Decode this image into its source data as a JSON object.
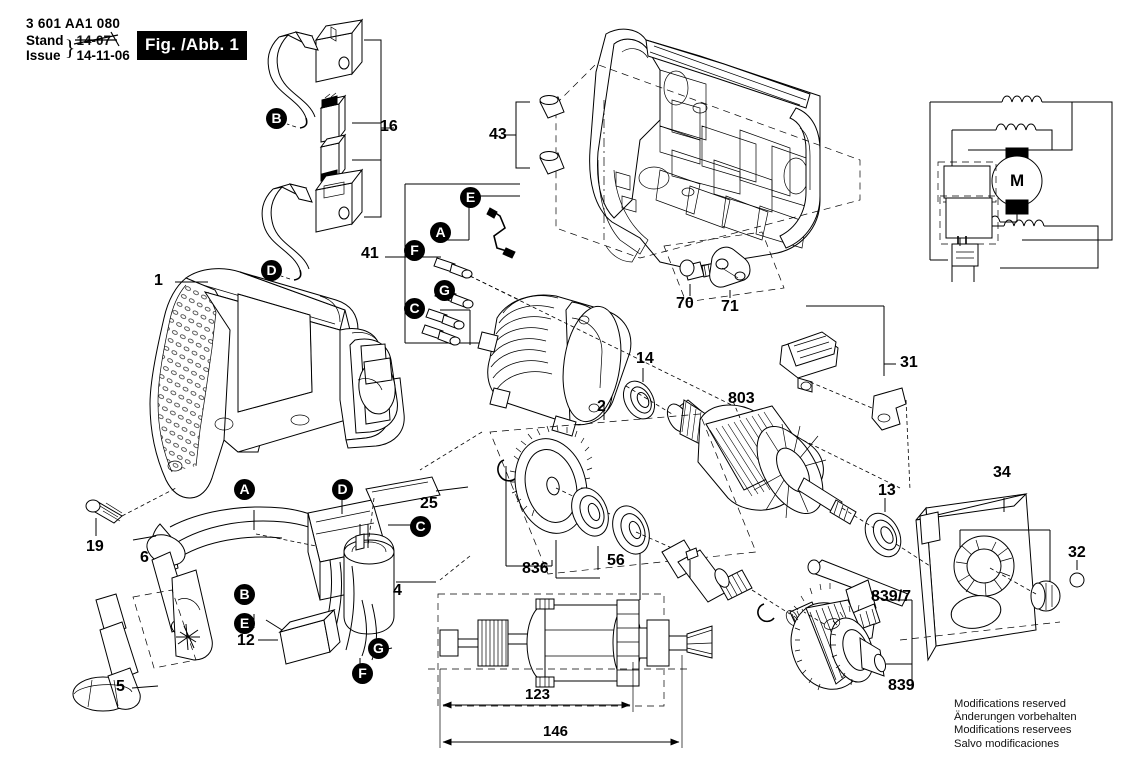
{
  "header": {
    "order_number": "3 601 AA1 080",
    "label_stand": "Stand",
    "label_issue": "Issue",
    "date_struck": "14-07",
    "date_current": "14-11-06",
    "figure_label": "Fig. /Abb. 1"
  },
  "footer": {
    "line1": "Modifications reserved",
    "line2": "Änderungen vorbehalten",
    "line3": "Modifications reservees",
    "line4": "Salvo modificaciones"
  },
  "callouts": {
    "n1": "1",
    "n2": "2",
    "n4": "4",
    "n5": "5",
    "n6": "6",
    "n12": "12",
    "n13": "13",
    "n14": "14",
    "n16": "16",
    "n19": "19",
    "n25": "25",
    "n31": "31",
    "n32": "32",
    "n34": "34",
    "n41": "41",
    "n43": "43",
    "n56": "56",
    "n70": "70",
    "n71": "71",
    "n803": "803",
    "n836": "836",
    "n839": "839",
    "n839_7": "839/7"
  },
  "letters": {
    "a1": "A",
    "a2": "A",
    "b1": "B",
    "b2": "B",
    "c1": "C",
    "c2": "C",
    "d1": "D",
    "d2": "D",
    "e1": "E",
    "e2": "E",
    "f1": "F",
    "f2": "F",
    "g1": "G",
    "g2": "G"
  },
  "dimensions": {
    "inner": "123",
    "outer": "146"
  },
  "schematic": {
    "motor_symbol": "M"
  }
}
